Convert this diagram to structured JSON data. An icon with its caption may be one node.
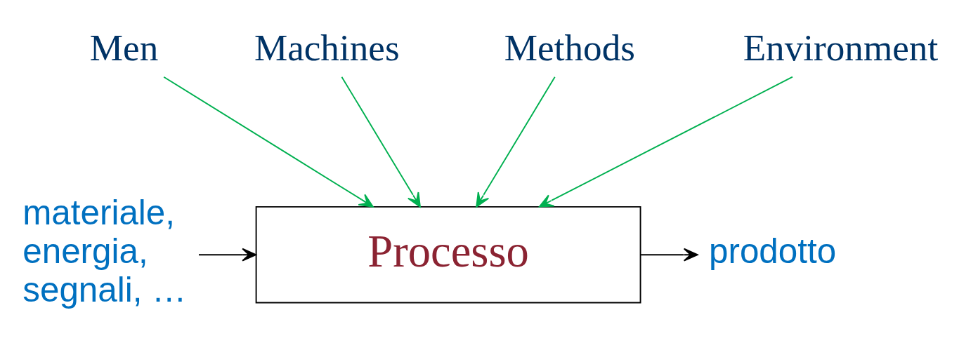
{
  "diagram": {
    "nodes": [
      {
        "text": [
          "Men"
        ]
      },
      {
        "text": [
          "Machines"
        ]
      },
      {
        "text": [
          "Methods"
        ]
      },
      {
        "text": [
          "Environment"
        ]
      },
      {
        "text": [
          "Processo"
        ]
      },
      {
        "text": [
          "materiale, energia, segnali, …"
        ]
      },
      {
        "text": [
          "prodotto"
        ]
      }
    ],
    "edges": [
      {
        "from": 0,
        "to": 4,
        "arrow": "to"
      },
      {
        "from": 1,
        "to": 4,
        "arrow": "to"
      },
      {
        "from": 2,
        "to": 4,
        "arrow": "to"
      },
      {
        "from": 3,
        "to": 4,
        "arrow": "to"
      },
      {
        "from": 5,
        "to": 4,
        "arrow": "to",
        "color": "#000000"
      },
      {
        "from": 4,
        "to": 6,
        "arrow": "to",
        "color": "#000000"
      }
    ]
  }
}
